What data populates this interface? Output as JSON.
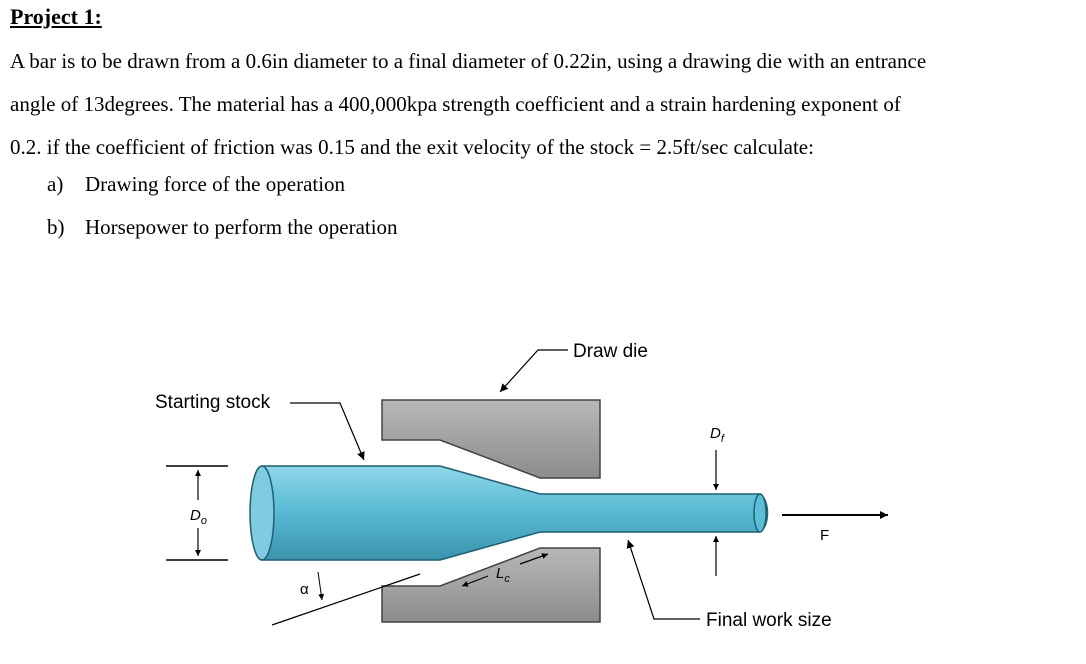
{
  "document": {
    "title": "Project 1:",
    "paragraph_lines": [
      "A bar is to be drawn from a 0.6in diameter to a final diameter of 0.22in, using a drawing die with an entrance",
      "angle of 13degrees. The material has a 400,000kpa strength coefficient and a strain hardening exponent of",
      "0.2. if the coefficient of friction was 0.15 and the exit velocity of the stock = 2.5ft/sec calculate:"
    ],
    "items": [
      {
        "marker": "a)",
        "text": "Drawing force of the operation"
      },
      {
        "marker": "b)",
        "text": "Horsepower to perform the operation"
      }
    ]
  },
  "figure": {
    "labels": {
      "starting_stock": "Starting stock",
      "draw_die": "Draw die",
      "final_work_size": "Final work size",
      "d0": "D",
      "d0_sub": "o",
      "df": "D",
      "df_sub": "f",
      "alpha": "α",
      "lc": "L",
      "lc_sub": "c",
      "force": "F"
    },
    "colors": {
      "bar": "#5bbdd6",
      "bar_highlight": "#8fd6e8",
      "bar_shadow": "#3a93ad",
      "die": "#a6a6a6",
      "die_dark": "#7a7a7a"
    }
  }
}
